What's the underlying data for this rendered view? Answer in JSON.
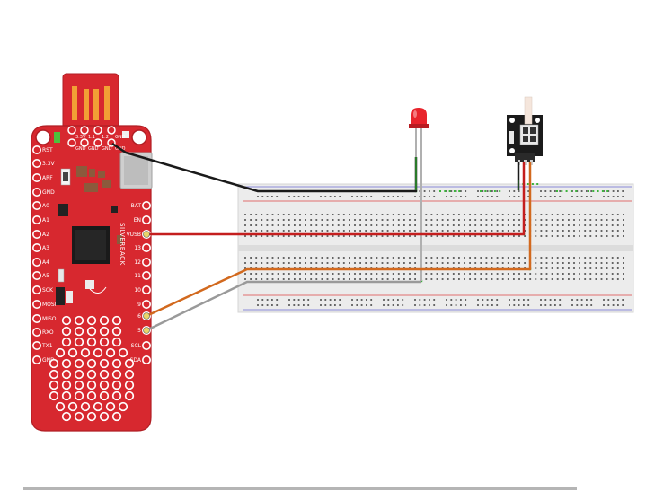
{
  "board": {
    "name": "SILVERBACK",
    "left_pins": [
      "RST",
      "3.3V",
      "ARF",
      "GND",
      "A0",
      "A1",
      "A2",
      "A3",
      "A4",
      "A5",
      "SCK",
      "MOSI",
      "MISO",
      "RXO",
      "TX1",
      "GND"
    ],
    "right_pins": [
      "BAT",
      "EN",
      "VUSB",
      "13",
      "12",
      "11",
      "10",
      "9",
      "6",
      "5",
      "SCL",
      "SDA"
    ],
    "top_pins_upper": [
      "3.3V",
      "1.1",
      "1.2",
      "GND"
    ],
    "top_pins_lower": [
      "GND",
      "GND",
      "GND",
      "GND"
    ]
  },
  "colors": {
    "board_red": "#d7282f",
    "board_border": "#b01e24",
    "wire_black": "#1a1a1a",
    "wire_red": "#c41e1e",
    "wire_orange": "#d2691e",
    "wire_gray": "#9a9a9a",
    "breadboard": "#ececec",
    "rail_red": "#d44",
    "rail_blue": "#55c",
    "led_red": "#e8242c",
    "sensor_pcb": "#1b1b1b"
  }
}
